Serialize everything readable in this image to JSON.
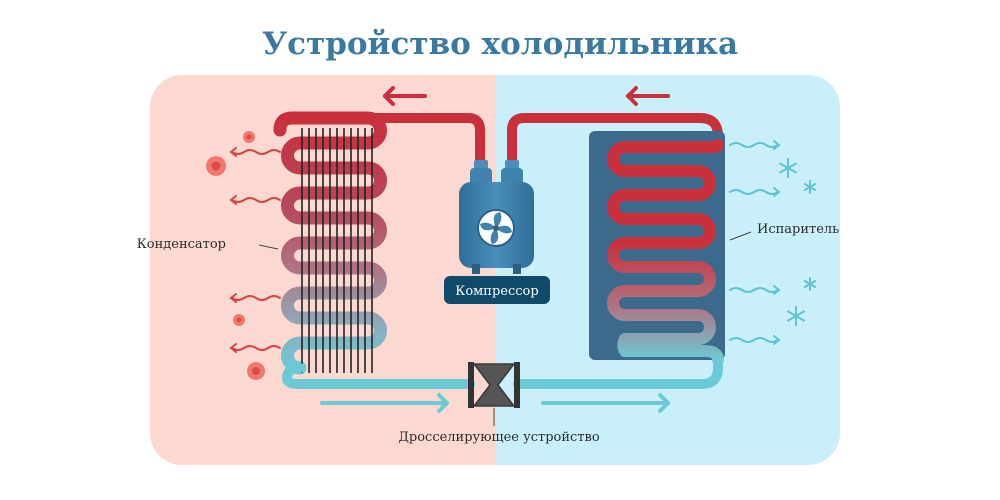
{
  "title": "Устройство холодильника",
  "labels": {
    "condenser": "Конденсатор",
    "evaporator": "Испаритель",
    "compressor": "Компрессор",
    "throttle": "Дросселирующее устройство"
  },
  "colors": {
    "hot_panel": "#fcd9d0",
    "cold_panel": "#c9f0fa",
    "hot_pipe": "#c8303c",
    "cold_pipe": "#6cc9d6",
    "compressor_body": "#3f82ad",
    "evaporator_box": "#3c6a8c",
    "title": "#3b7aa0",
    "label_bg": "#0f4a6a"
  },
  "icons": [
    "heat-wave-icon",
    "heat-dot-icon",
    "flow-arrow-icon",
    "fan-icon",
    "snowflake-icon",
    "cold-wave-icon",
    "valve-icon"
  ]
}
